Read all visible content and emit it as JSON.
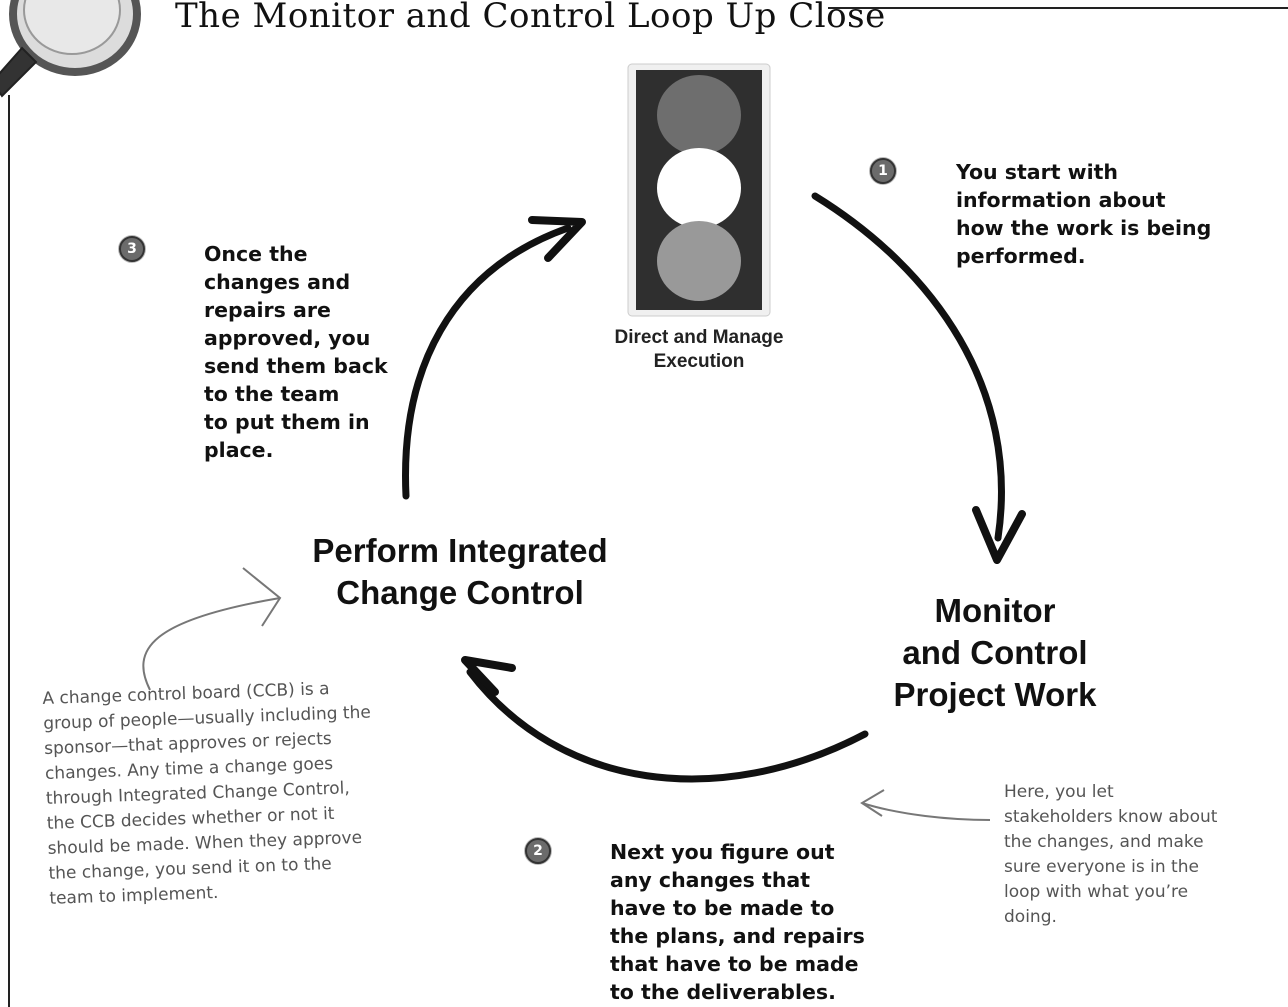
{
  "title": "The Monitor and Control Loop Up Close",
  "traffic_light": {
    "label_line1": "Direct and Manage",
    "label_line2": "Execution"
  },
  "processes": {
    "monitor": [
      "Monitor",
      "and Control",
      "Project Work"
    ],
    "integrated": [
      "Perform Integrated",
      "Change Control"
    ]
  },
  "steps": [
    {
      "number": "1",
      "lines": [
        "You start with",
        "information about",
        "how the work is being",
        "performed."
      ]
    },
    {
      "number": "2",
      "lines": [
        "Next you figure out",
        "any changes that",
        "have to be made to",
        "the plans, and repairs",
        "that have to be made",
        "to the deliverables."
      ]
    },
    {
      "number": "3",
      "lines": [
        "Once the",
        "changes and",
        "repairs are",
        "approved, you",
        "send them back",
        "to the team",
        "to put them in",
        "place."
      ]
    }
  ],
  "notes": {
    "ccb": [
      "A change control board (CCB) is a",
      "group of people—usually including the",
      "sponsor—that approves or rejects",
      "changes. Any time a change goes",
      "through Integrated Change Control,",
      "the CCB decides whether or not it",
      "should be made. When they approve",
      "the change, you send it on to the",
      "team to implement."
    ],
    "stakeholders": [
      "Here, you let",
      "stakeholders know about",
      "the changes, and make",
      "sure everyone is in the",
      "loop with what you’re",
      "doing."
    ]
  },
  "colors": {
    "ink": "#111111",
    "note_gray": "#555555",
    "light_red": "#6e6e6e",
    "light_yellow": "#ffffff",
    "light_green": "#999999",
    "light_housing": "#2f2f2f"
  }
}
